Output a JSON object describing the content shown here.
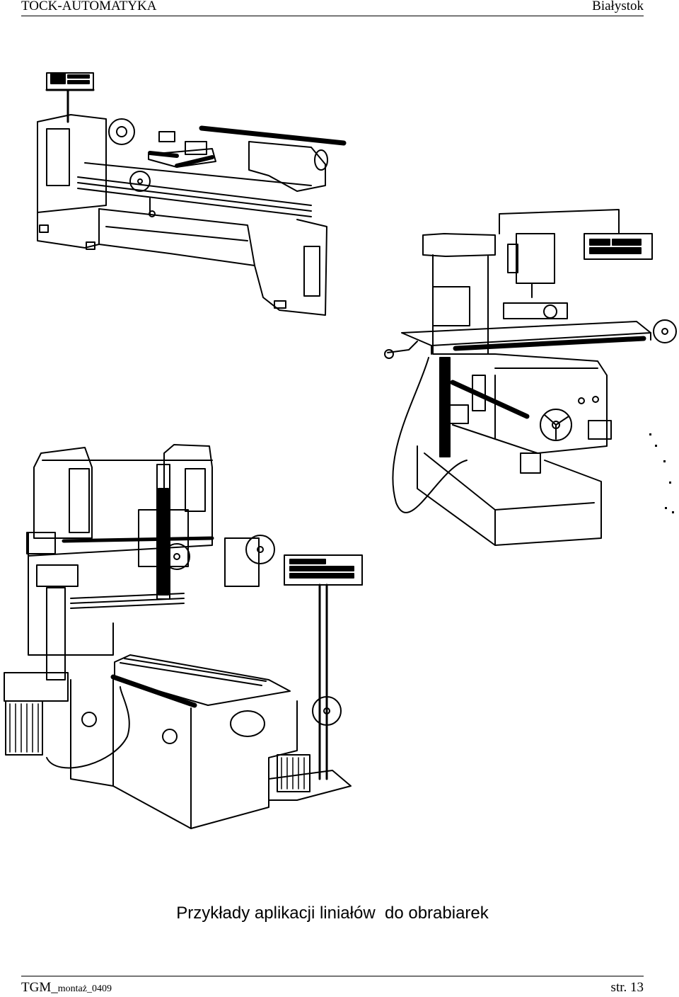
{
  "header": {
    "company": "TOCK-AUTOMATYKA",
    "city": "Białystok"
  },
  "caption": "Przykłady aplikacji liniałów  do obrabiarek",
  "footer": {
    "doc_id_main": "TGM_",
    "doc_id_sub": "montaż_0409",
    "page": "str. 13"
  },
  "figures": [
    {
      "name": "lathe-with-readout",
      "icon": "lathe-drawing"
    },
    {
      "name": "milling-machine-with-readout",
      "icon": "mill-drawing"
    },
    {
      "name": "planer-machine-with-readout",
      "icon": "planer-drawing"
    }
  ],
  "colors": {
    "ink": "#000000",
    "paper": "#ffffff"
  }
}
